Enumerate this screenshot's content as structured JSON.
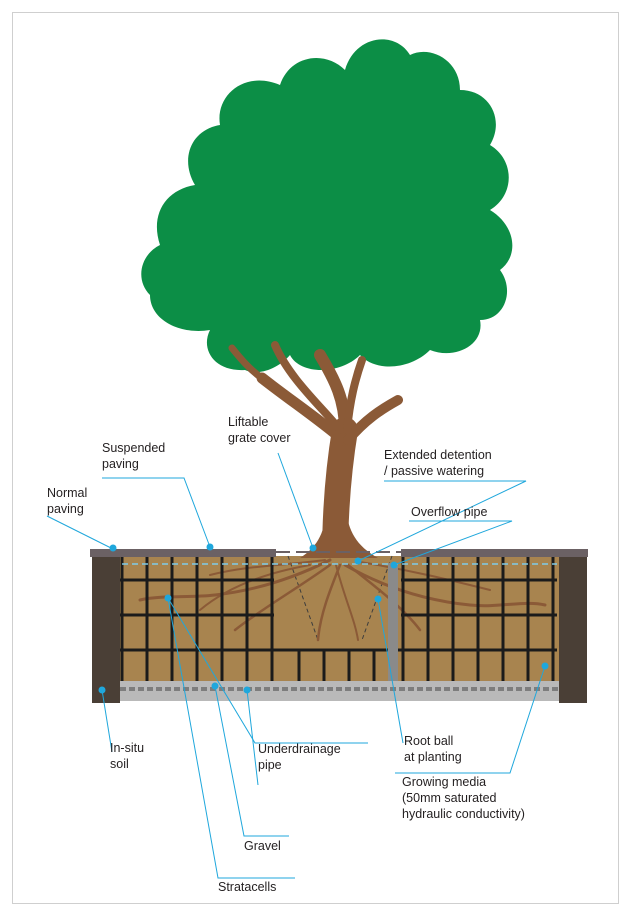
{
  "labels": {
    "liftable_grate_cover": "Liftable\ngrate cover",
    "suspended_paving": "Suspended\npaving",
    "normal_paving": "Normal\npaving",
    "extended_detention": "Extended detention\n/ passive watering",
    "overflow_pipe": "Overflow pipe",
    "in_situ_soil": "In-situ\nsoil",
    "underdrainage_pipe": "Underdrainage\npipe",
    "root_ball": "Root ball\nat planting",
    "growing_media": "Growing media\n(50mm saturated\nhydraulic conductivity)",
    "gravel": "Gravel",
    "stratacells": "Stratacells"
  },
  "colors": {
    "canopy": "#0c8e46",
    "trunk": "#8b5a37",
    "soil_wall": "#4a3f36",
    "growing_media": "#a8844f",
    "stratacell_grid": "#1b1b1b",
    "paving": "#6b6164",
    "gravel": "#b9b9b9",
    "leader_line": "#1fa7dc",
    "water_line": "#7fcbe8"
  }
}
